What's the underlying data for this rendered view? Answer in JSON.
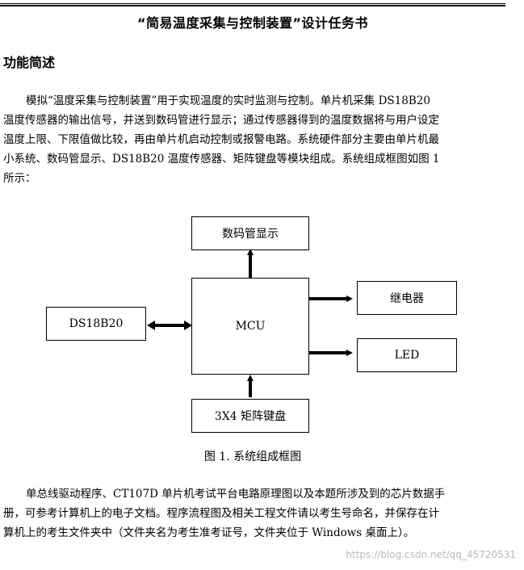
{
  "document": {
    "title": "“简易温度采集与控制装置”设计任务书",
    "section_heading": "功能简述",
    "paragraph1_lines": [
      "模拟“温度采集与控制装置”用于实现温度的实时监测与控制。单片机采集 DS18B20",
      "温度传感器的输出信号，并送到数码管进行显示；通过传感器得到的温度数据将与用户设定",
      "温度上限、下限值做比较，再由单片机启动控制或报警电路。系统硬件部分主要由单片机最",
      "小系统、数码管显示、DS18B20 温度传感器、矩阵键盘等模块组成。系统组成框图如图 1",
      "所示："
    ],
    "paragraph2_lines": [
      "单总线驱动程序、CT107D 单片机考试平台电路原理图以及本题所涉及到的芯片数据手",
      "册，可参考计算机上的电子文档。程序流程图及相关工程文件请以考生号命名，并保存在计",
      "算机上的考生文件夹中（文件夹名为考生准考证号，文件夹位于 Windows 桌面上）。"
    ]
  },
  "diagram": {
    "blocks": {
      "display": "数码管显示",
      "mcu": "MCU",
      "relay": "继电器",
      "led": "LED",
      "sensor": "DS18B20",
      "keypad": "3X4 矩阵键盘"
    },
    "caption": "图 1. 系统组成框图"
  },
  "watermark": "https://blog.csdn.net/qq_45720531"
}
